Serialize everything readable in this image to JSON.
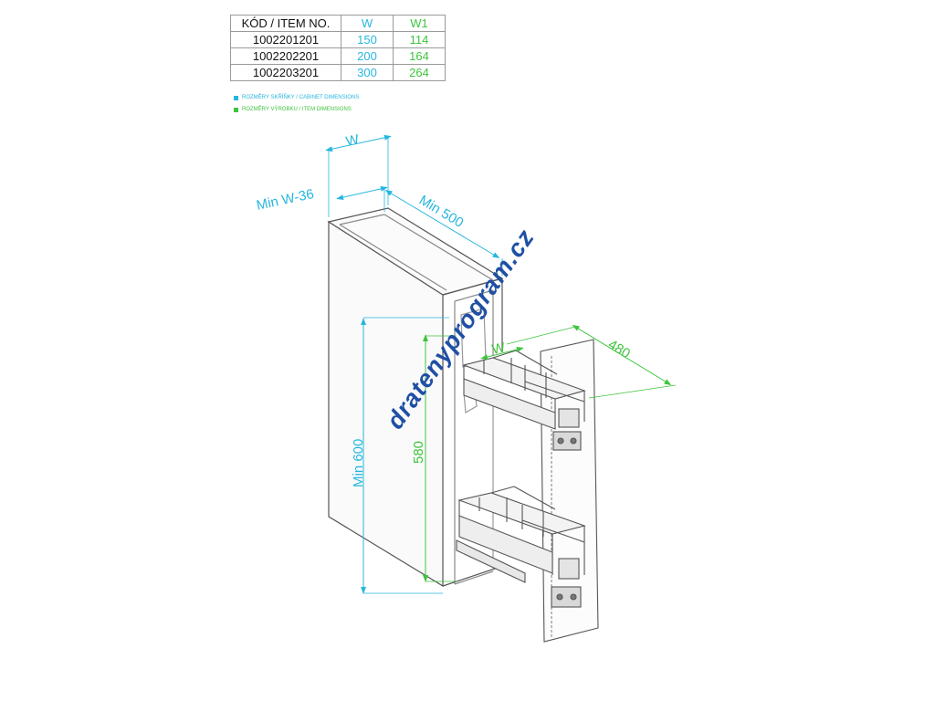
{
  "table": {
    "headers": {
      "code": "KÓD / ITEM NO.",
      "w": "W",
      "w1": "W1"
    },
    "rows": [
      {
        "code": "1002201201",
        "w": "150",
        "w1": "114"
      },
      {
        "code": "1002202201",
        "w": "200",
        "w1": "164"
      },
      {
        "code": "1002203201",
        "w": "300",
        "w1": "264"
      }
    ]
  },
  "legend": {
    "cabinet": "ROZMĚRY SKŘÍŇKY / CABINET DIMENSIONS",
    "item": "ROZMĚRY VÝROBKU / ITEM DIMENSIONS"
  },
  "dimensions": {
    "cabinet_width": "W",
    "min_width": "Min W-36",
    "min_depth": "Min 500",
    "min_height": "Min 600",
    "item_height": "580",
    "item_depth": "480",
    "item_width": "W"
  },
  "watermark": "dratenyprogram.cz",
  "colors": {
    "cabinet": "#27b6df",
    "item": "#3fc43f",
    "outline": "#555555",
    "watermark": "#1f4fa5"
  }
}
